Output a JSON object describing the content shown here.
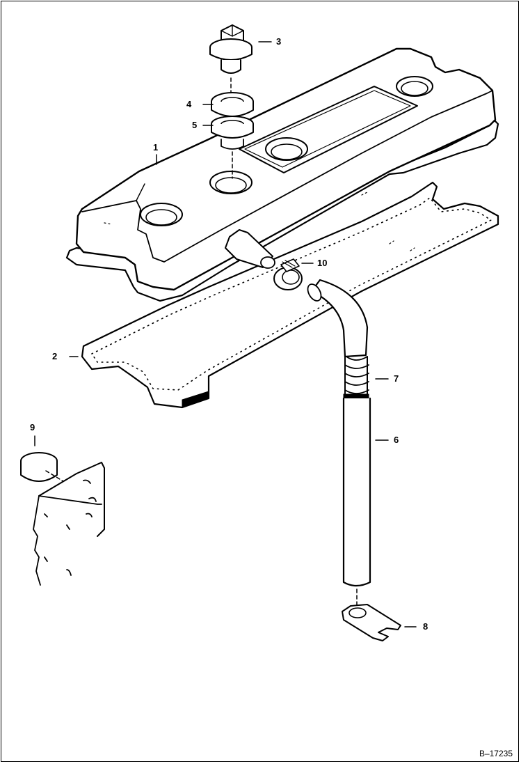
{
  "figure_id": "B–17235",
  "callouts": {
    "c1": "1",
    "c2": "2",
    "c3": "3",
    "c4": "4",
    "c5": "5",
    "c6": "6",
    "c7": "7",
    "c8": "8",
    "c9": "9",
    "c10": "10"
  },
  "colors": {
    "line": "#000000",
    "fill": "#ffffff",
    "shade": "#000000"
  }
}
